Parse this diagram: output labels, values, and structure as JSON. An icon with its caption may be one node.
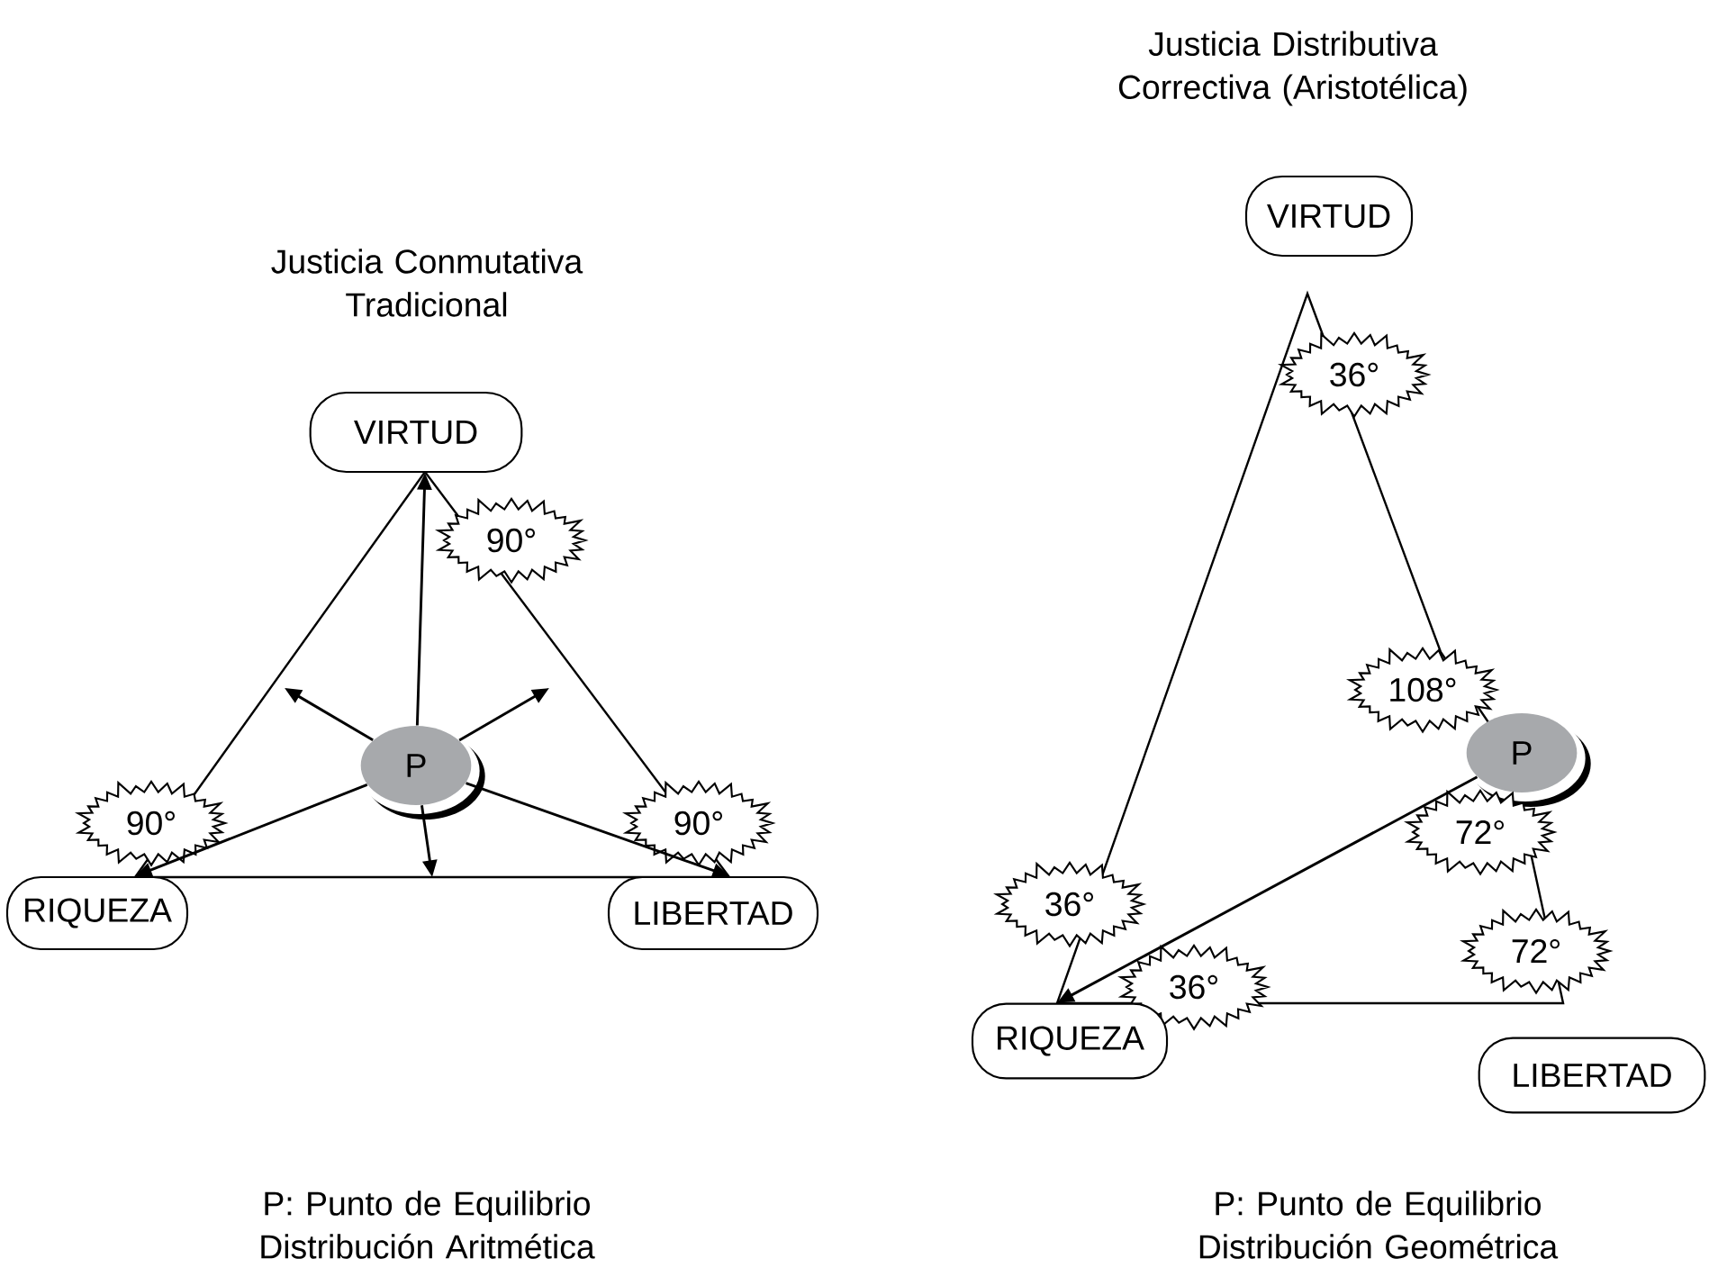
{
  "diagram": {
    "nodes": [
      {
        "text": [
          "VIRTUD"
        ]
      },
      {
        "text": [
          "90°"
        ]
      },
      {
        "text": [
          "P"
        ]
      },
      {
        "text": [
          "90°"
        ]
      },
      {
        "text": [
          "90°"
        ]
      },
      {
        "text": [
          "RIQUEZA"
        ]
      },
      {
        "text": [
          "LIBERTAD"
        ]
      },
      {
        "text": [
          "VIRTUD"
        ]
      },
      {
        "text": [
          "36°"
        ]
      },
      {
        "text": [
          "108°"
        ]
      },
      {
        "text": [
          "P"
        ]
      },
      {
        "text": [
          "72°"
        ]
      },
      {
        "text": [
          "36°"
        ]
      },
      {
        "text": [
          "36°"
        ]
      },
      {
        "text": [
          "72°"
        ]
      },
      {
        "text": [
          "RIQUEZA"
        ]
      },
      {
        "text": [
          "LIBERTAD"
        ]
      }
    ],
    "edges": [
      {
        "from": 2,
        "to": 0,
        "arrow": "to"
      },
      {
        "from": 2,
        "to": null,
        "arrow": "to"
      },
      {
        "from": 2,
        "to": null,
        "arrow": "to"
      },
      {
        "from": 2,
        "to": null,
        "arrow": "to"
      },
      {
        "from": 2,
        "to": 5,
        "arrow": "to"
      },
      {
        "from": 2,
        "to": 6,
        "arrow": "to"
      },
      {
        "from": 10,
        "to": 15,
        "arrow": "to"
      }
    ],
    "labels": [
      "Justicia Distributiva Correctiva (Aristotélica)",
      "Justicia Conmutativa Tradicional",
      "P: Punto de Equilibrio Distribución Aritmética",
      "P: Punto de Equilibrio Distribución Geométrica"
    ]
  }
}
